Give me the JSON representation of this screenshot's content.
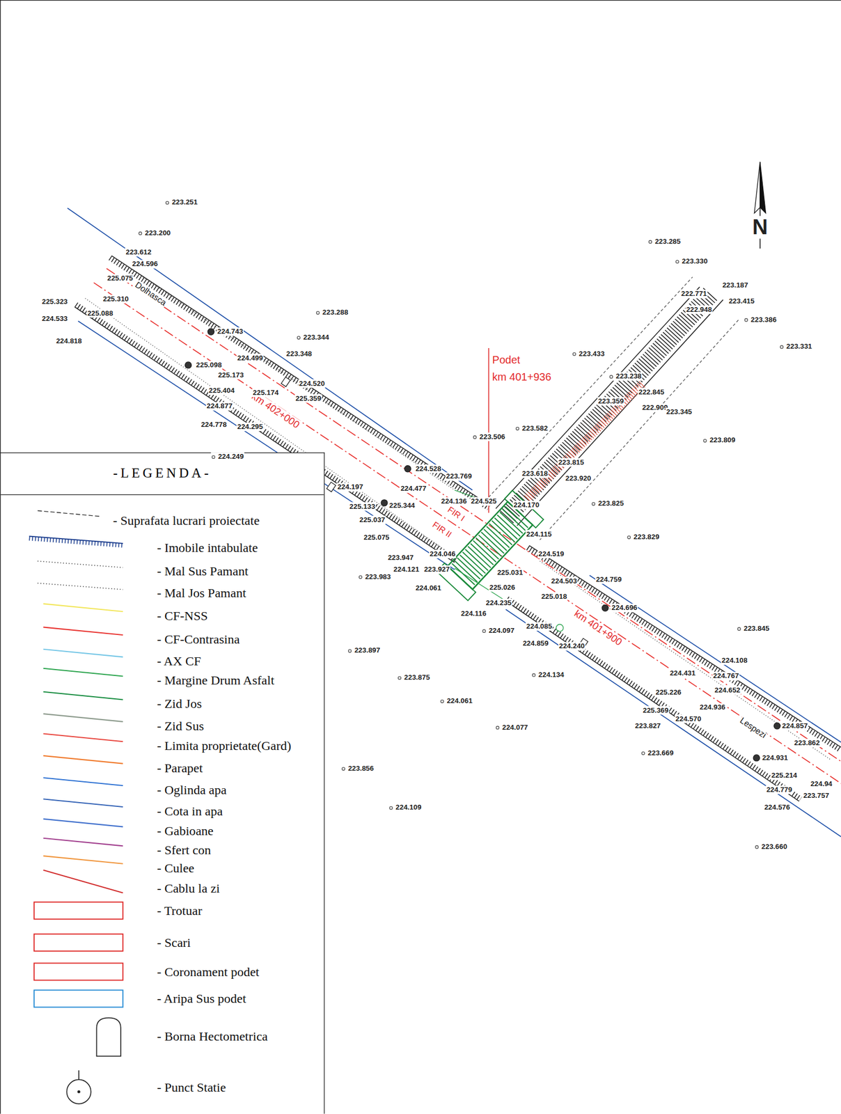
{
  "diagram": {
    "nodes": [
      {
        "text": [
          "-LEGENDA-"
        ]
      }
    ],
    "labels": [
      "Podet",
      "km 401+936",
      "km 402+000",
      "FIR I",
      "FIR II",
      "km 401+900",
      "Dolhasca",
      "Lespezi",
      "N",
      "223.251",
      "223.200",
      "223.612",
      "224.596",
      "225.075",
      "225.310",
      "225.323",
      "225.088",
      "224.533",
      "224.818",
      "223.288",
      "223.344",
      "224.743",
      "223.348",
      "224.499",
      "224.520",
      "225.098",
      "225.173",
      "225.174",
      "225.404",
      "225.359",
      "224.877",
      "224.778",
      "224.295",
      "224.249",
      "223.285",
      "223.330",
      "223.187",
      "222.771",
      "223.415",
      "222.948",
      "223.386",
      "223.331",
      "223.433",
      "223.238",
      "223.359",
      "222.845",
      "222.909",
      "223.345",
      "223.809",
      "223.506",
      "223.582",
      "223.815",
      "223.618",
      "223.920",
      "223.825",
      "223.829",
      "224.528",
      "223.769",
      "224.197",
      "224.477",
      "225.344",
      "224.136",
      "224.525",
      "224.170",
      "225.133",
      "225.037",
      "224.115",
      "225.075",
      "224.519",
      "223.947",
      "224.046",
      "223.983",
      "224.121",
      "223.927",
      "225.031",
      "224.759",
      "224.503",
      "224.061",
      "225.026",
      "225.018",
      "224.696",
      "224.235",
      "224.116",
      "224.085",
      "224.097",
      "224.859",
      "224.240",
      "223.897",
      "223.845",
      "223.875",
      "224.134",
      "224.061",
      "224.077",
      "224.108",
      "224.431",
      "224.767",
      "225.226",
      "224.652",
      "224.936",
      "225.369",
      "224.570",
      "223.827",
      "223.669",
      "224.857",
      "223.862",
      "224.931",
      "225.214",
      "224.779",
      "224.94",
      "223.757",
      "224.576",
      "223.856",
      "224.109",
      "223.660"
    ],
    "legend": [
      {
        "text": "- Suprafata lucrari proiectate"
      },
      {
        "text": "- Imobile intabulate"
      },
      {
        "text": "- Mal Sus Pamant"
      },
      {
        "text": "- Mal Jos Pamant"
      },
      {
        "text": "- CF-NSS",
        "color": "#f2e65a"
      },
      {
        "text": "- CF-Contrasina",
        "color": "#e8322f"
      },
      {
        "text": "- AX CF",
        "color": "#74c6e6"
      },
      {
        "text": "- Margine Drum Asfalt",
        "color": "#27a24a"
      },
      {
        "text": "- Zid Jos",
        "color": "#128a3c"
      },
      {
        "text": "- Zid Sus",
        "color": "#8c9a8c"
      },
      {
        "text": "- Limita proprietate(Gard)",
        "color": "#e8423a"
      },
      {
        "text": "- Parapet",
        "color": "#f07a2c"
      },
      {
        "text": "- Oglinda apa",
        "color": "#2a6fd2"
      },
      {
        "text": "- Cota in apa",
        "color": "#2f5fb4"
      },
      {
        "text": "- Gabioane",
        "color": "#3f6fcc"
      },
      {
        "text": "- Sfert con",
        "color": "#a03c8c"
      },
      {
        "text": "- Culee",
        "color": "#f0943a"
      },
      {
        "text": "- Cablu la zi",
        "color": "#d12a2a"
      },
      {
        "text": "- Trotuar",
        "color": "#e0302e"
      },
      {
        "text": "- Scari",
        "color": "#e0302e"
      },
      {
        "text": "- Coronament podet",
        "color": "#e0302e"
      },
      {
        "text": "- Aripa Sus podet",
        "color": "#2c8fd6"
      },
      {
        "text": "- Borna Hectometrica"
      },
      {
        "text": "- Punct Statie"
      }
    ]
  }
}
